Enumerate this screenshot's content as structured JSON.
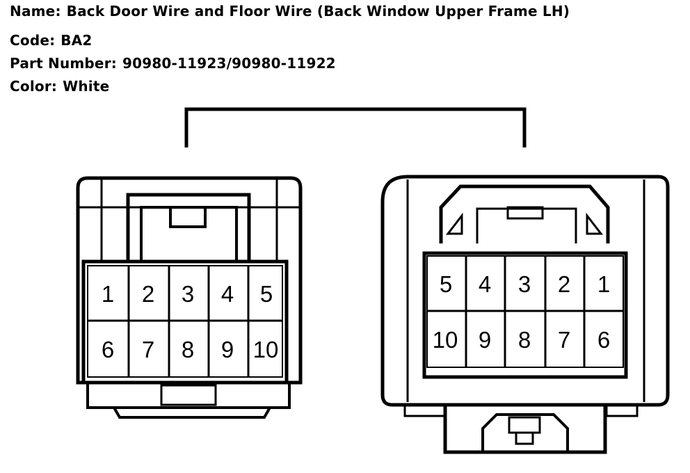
{
  "header": {
    "name_label": "Name:",
    "name_value": "Back Door Wire and Floor Wire  (Back Window  Upper Frame LH)",
    "code_label": "Code:",
    "code_value": "BA2",
    "part_label": "Part Number:",
    "part_value": "90980-11923/90980-11922",
    "color_label": "Color:",
    "color_value": "White"
  },
  "left_connector": {
    "top_row": [
      "1",
      "2",
      "3",
      "4",
      "5"
    ],
    "bottom_row": [
      "6",
      "7",
      "8",
      "9",
      "10"
    ]
  },
  "right_connector": {
    "top_row": [
      "5",
      "4",
      "3",
      "2",
      "1"
    ],
    "bottom_row": [
      "10",
      "9",
      "8",
      "7",
      "6"
    ]
  }
}
